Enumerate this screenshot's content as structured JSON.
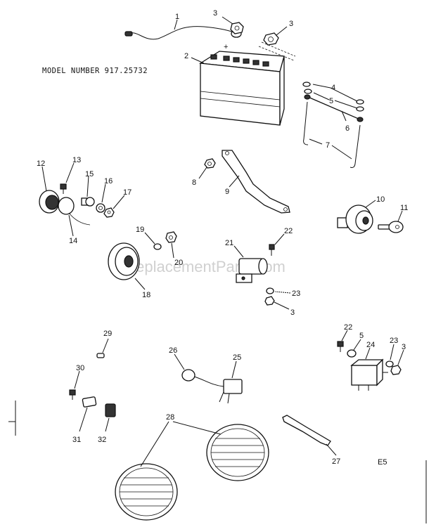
{
  "model_label": "MODEL NUMBER 917.25732",
  "diagram_code": "E5",
  "watermark": "eReplacementParts.com",
  "battery_plus": "+",
  "callouts": {
    "c1": "1",
    "c2": "2",
    "c3a": "3",
    "c3b": "3",
    "c4": "4",
    "c5a": "5",
    "c6": "6",
    "c7": "7",
    "c8": "8",
    "c9": "9",
    "c10": "10",
    "c11": "11",
    "c12": "12",
    "c13": "13",
    "c14": "14",
    "c15": "15",
    "c16": "16",
    "c17": "17",
    "c18": "18",
    "c19": "19",
    "c20": "20",
    "c21": "21",
    "c22a": "22",
    "c23a": "23",
    "c3c": "3",
    "c22b": "22",
    "c5b": "5",
    "c24": "24",
    "c23b": "23",
    "c3d": "3",
    "c25": "25",
    "c26": "26",
    "c27": "27",
    "c28": "28",
    "c29": "29",
    "c30": "30",
    "c31": "31",
    "c32": "32"
  }
}
